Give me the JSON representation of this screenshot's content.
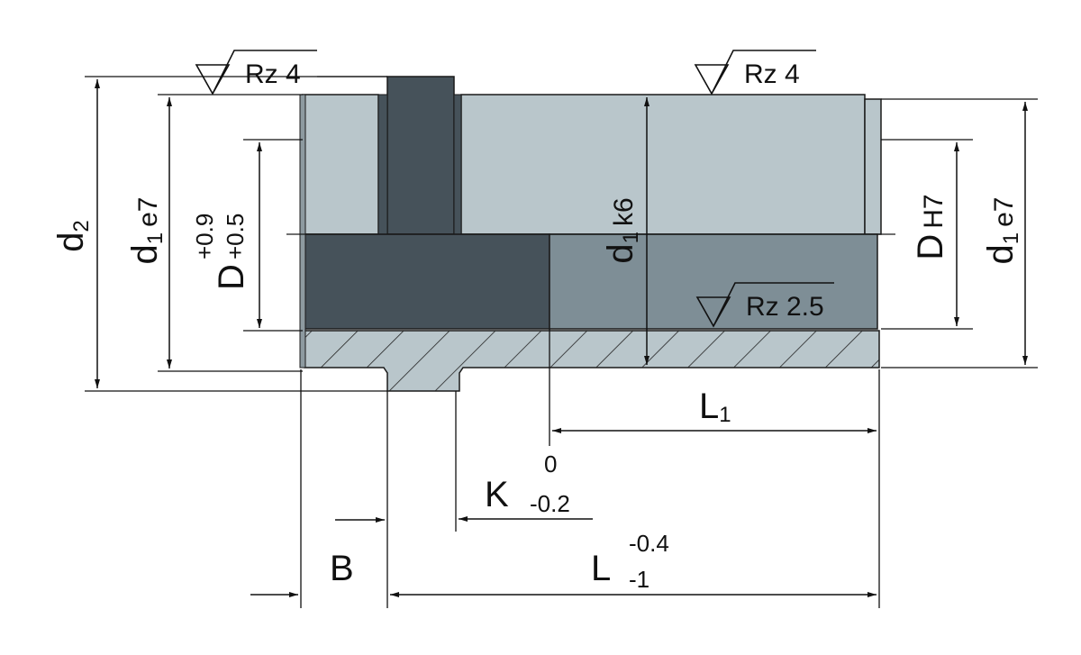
{
  "colors": {
    "light_part": "#b9c6cb",
    "dark_part": "#46525a",
    "mid_part": "#7e8e96",
    "outline": "#1a1a1a",
    "dimension_line": "#111111"
  },
  "surface_finish": {
    "outer_left": "Rz 4",
    "outer_right": "Rz 4",
    "bore": "Rz 2.5"
  },
  "dimensions": {
    "d2": {
      "main": "d",
      "sub": "2"
    },
    "d1_e7_left": {
      "main": "d",
      "sub": "1",
      "fit": "e7"
    },
    "D_left": {
      "main": "D",
      "upper": "+0.9",
      "lower": "+0.5"
    },
    "d1_k6": {
      "main": "d",
      "sub": "1",
      "fit": "k6"
    },
    "D_H7": {
      "main": "D",
      "fit": "H7"
    },
    "d1_e7_right": {
      "main": "d",
      "sub": "1",
      "fit": "e7"
    },
    "L1": {
      "main": "L",
      "sub": "1"
    },
    "K": {
      "main": "K",
      "upper": "0",
      "lower": "-0.2"
    },
    "B": {
      "main": "B"
    },
    "L": {
      "main": "L",
      "upper": "-0.4",
      "lower": "-1"
    }
  }
}
